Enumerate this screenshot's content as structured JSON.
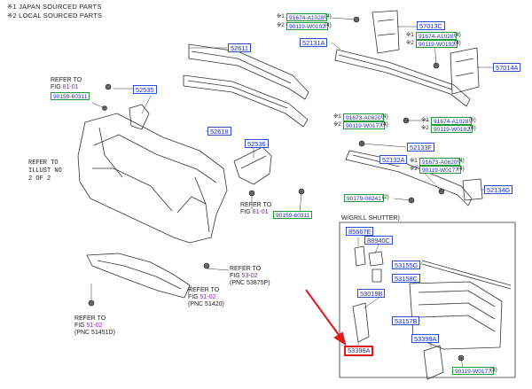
{
  "notes": {
    "japan": "※1 JAPAN SOURCED PARTS",
    "local": "※2 LOCAL SOURCED PARTS"
  },
  "section_label": "W/GRILL SHUTTER)",
  "refer_illust": [
    "REFER TO",
    "ILLUST NO",
    "2 OF 2"
  ],
  "refer_to": "REFER TO",
  "fig_word": "FIG",
  "refs": {
    "r1": "81-01",
    "r2": "81-01",
    "r3": "53-02",
    "r3_pnc": "(PNC 53875P)",
    "r4": "51-02",
    "r4_pnc": "(PNC 51420)",
    "r5": "51-02",
    "r5_pnc": "(PNC 51451D)"
  },
  "marks": {
    "m1": "※1",
    "m2": "※2"
  },
  "parts": {
    "p52611": "52611",
    "p52535": "52535",
    "p52618": "52618",
    "p52536": "52536",
    "p52131A": "52131A",
    "p57013C": "57013C",
    "p57014A": "57014A",
    "p52133F": "52133F",
    "p52132A": "52132A",
    "p52134G": "52134G",
    "p85667E": "85667E",
    "p88940C": "88940C",
    "p53155G": "53155G",
    "p53158C": "53158C",
    "p53019B": "53019B",
    "p53157B": "53157B",
    "p53398A_left": "53398A",
    "p53398A_right": "53398A"
  },
  "hardware": {
    "h_left": "90159-60311",
    "h_mid": "90159-60311",
    "h_top1": "91674-A1028",
    "h_top1_qty": "(4)",
    "h_top2": "90119-W0192",
    "h_top2_qty": "(4)",
    "h_r1": "91674-A1028",
    "h_r1_qty": "(4)",
    "h_r2": "90119-W0192",
    "h_r2_qty": "(4)",
    "h_m1": "91673-A0620",
    "h_m1_qty": "(4)",
    "h_m2": "90119-W0177",
    "h_m2_qty": "(4)",
    "h_m3": "91674-A1028",
    "h_m3_qty": "(6)",
    "h_m4": "90119-W0192",
    "h_m4_qty": "(6)",
    "h_b1": "91673-A0620",
    "h_b1_qty": "(4)",
    "h_b2": "90119-W0177",
    "h_b2_qty": "(4)",
    "h_b3": "90179-08241",
    "h_b3_qty": "(2)",
    "h_bottom": "90119-W0177",
    "h_bottom_qty": "(3)"
  },
  "colors": {
    "part_border": "#2a4fd0",
    "hardware_border": "#1c9a3a",
    "highlight": "#e01a1a",
    "fig_ref": "#8a1fb8"
  }
}
